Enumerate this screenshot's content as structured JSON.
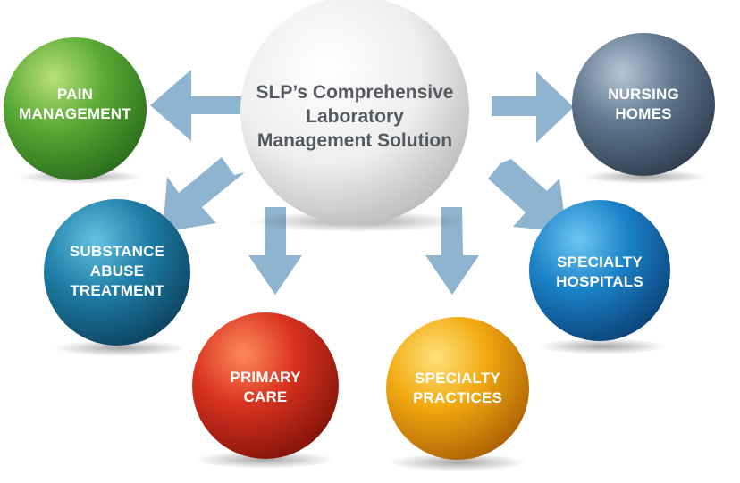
{
  "hub": {
    "lines": [
      "SLP’s Comprehensive",
      "Laboratory",
      "Management Solution"
    ],
    "color": "#f2f2f2"
  },
  "nodes": [
    {
      "id": "pain-management",
      "lines": [
        "PAIN",
        "MANAGEMENT"
      ],
      "color": "#5aaa35"
    },
    {
      "id": "substance-abuse-treatment",
      "lines": [
        "SUBSTANCE",
        "ABUSE",
        "TREATMENT"
      ],
      "color": "#1f7fa8"
    },
    {
      "id": "primary-care",
      "lines": [
        "PRIMARY",
        "CARE"
      ],
      "color": "#d8321f"
    },
    {
      "id": "specialty-practices",
      "lines": [
        "SPECIALTY",
        "PRACTICES"
      ],
      "color": "#f2a80f"
    },
    {
      "id": "specialty-hospitals",
      "lines": [
        "SPECIALTY",
        "HOSPITALS"
      ],
      "color": "#1b82c8"
    },
    {
      "id": "nursing-homes",
      "lines": [
        "NURSING",
        "HOMES"
      ],
      "color": "#60778e"
    }
  ],
  "arrow_color": "#8fb4cf"
}
